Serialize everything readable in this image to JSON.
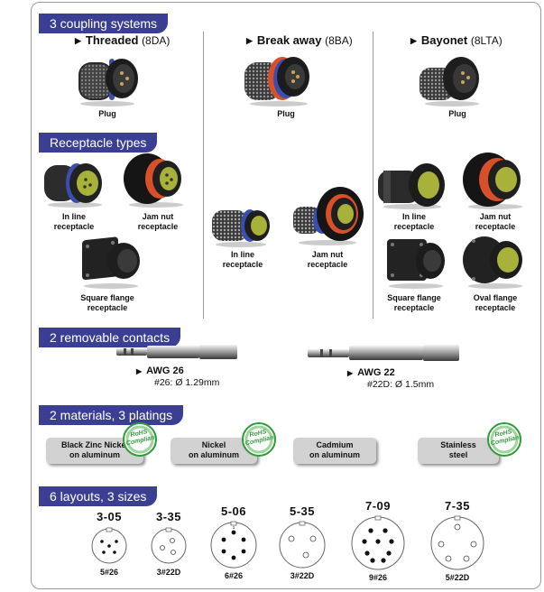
{
  "sections": {
    "coupling": "3 coupling systems",
    "receptacle": "Receptacle types",
    "contacts": "2 removable contacts",
    "materials": "2 materials, 3 platings",
    "layouts": "6 layouts, 3 sizes"
  },
  "coupling_systems": [
    {
      "name": "Threaded",
      "code": "(8DA)",
      "plug": "Plug"
    },
    {
      "name": "Break away",
      "code": "(8BA)",
      "plug": "Plug"
    },
    {
      "name": "Bayonet",
      "code": "(8LTA)",
      "plug": "Plug"
    }
  ],
  "receptacles": {
    "threaded": [
      "In line\nreceptacle",
      "Jam nut\nreceptacle",
      "Square flange\nreceptacle"
    ],
    "breakaway": [
      "In line\nreceptacle",
      "Jam nut\nreceptacle"
    ],
    "bayonet": [
      "In line\nreceptacle",
      "Jam nut\nreceptacle",
      "Square flange\nreceptacle",
      "Oval flange\nreceptacle"
    ]
  },
  "contacts": [
    {
      "awg": "AWG 26",
      "size": "#26: Ø 1.29mm"
    },
    {
      "awg": "AWG 22",
      "size": "#22D: Ø 1.5mm"
    }
  ],
  "materials": [
    {
      "label": "Black Zinc Nickel\non aluminum",
      "rohs": true
    },
    {
      "label": "Nickel\non aluminum",
      "rohs": true
    },
    {
      "label": "Cadmium\non aluminum",
      "rohs": false
    },
    {
      "label": "Stainless\nsteel",
      "rohs": true
    }
  ],
  "rohs_badge": {
    "line1": "RoHS",
    "line2": "Compliant"
  },
  "layouts": [
    {
      "code": "3-05",
      "contacts": "5#26"
    },
    {
      "code": "3-35",
      "contacts": "3#22D"
    },
    {
      "code": "5-06",
      "contacts": "6#26"
    },
    {
      "code": "5-35",
      "contacts": "3#22D"
    },
    {
      "code": "7-09",
      "contacts": "9#26"
    },
    {
      "code": "7-35",
      "contacts": "5#22D"
    }
  ],
  "colors": {
    "banner": "#3b3f93",
    "break_away_ring": "#d8502a",
    "threaded_ring": "#3c4db0",
    "material_box": "#d2d2d2",
    "rohs_green": "#2e9b3a"
  }
}
